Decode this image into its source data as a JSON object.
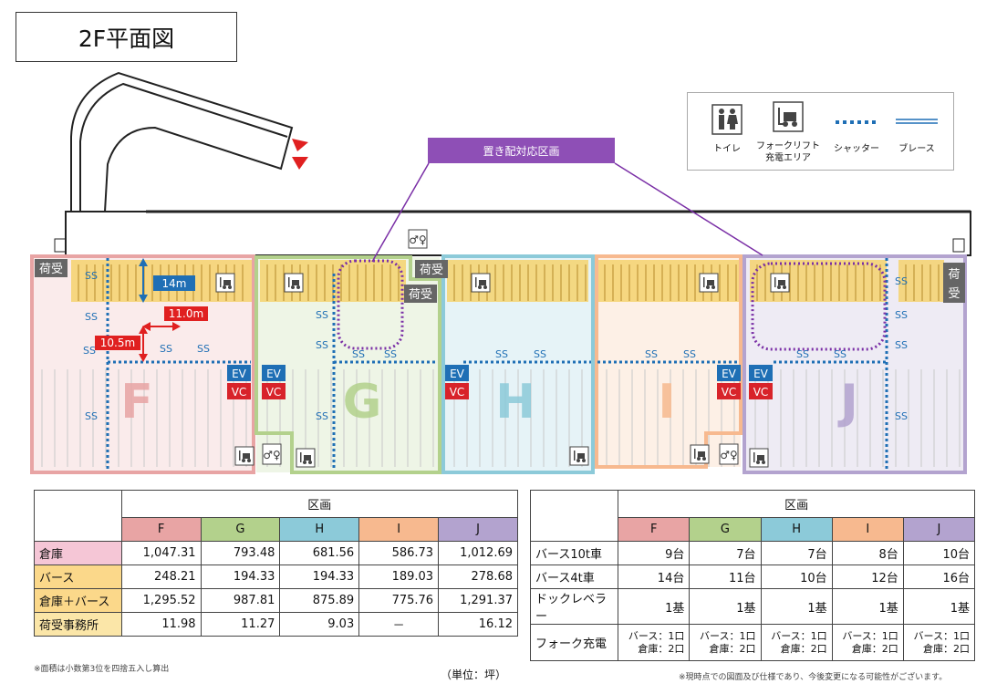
{
  "title": "2F平面図",
  "legend": {
    "toilet": "トイレ",
    "forklift": "フォークリフト 充電エリア",
    "shutter": "シャッター",
    "brace": "ブレース"
  },
  "callout": "置き配対応区画",
  "map": {
    "zones": [
      "F",
      "G",
      "H",
      "I",
      "J"
    ],
    "receiving_label": "荷受",
    "ss": "SS",
    "ev": "EV",
    "vc": "VC",
    "dims": {
      "d14": "14m",
      "d11": "11.0m",
      "d105": "10.5m"
    }
  },
  "colors": {
    "F": "#e8a4a4",
    "G": "#b3d18c",
    "H": "#8ccad9",
    "I": "#f7b98f",
    "J": "#b3a3cf",
    "dock": "#f5d26d",
    "ev": "#1f6fb5",
    "vc": "#d8232a",
    "callout": "#8e4fb6"
  },
  "table1": {
    "header": "区画",
    "cols": [
      "F",
      "G",
      "H",
      "I",
      "J"
    ],
    "rows": [
      {
        "label": "倉庫",
        "values": [
          "1,047.31",
          "793.48",
          "681.56",
          "586.73",
          "1,012.69"
        ]
      },
      {
        "label": "バース",
        "values": [
          "248.21",
          "194.33",
          "194.33",
          "189.03",
          "278.68"
        ]
      },
      {
        "label": "倉庫＋バース",
        "values": [
          "1,295.52",
          "987.81",
          "875.89",
          "775.76",
          "1,291.37"
        ]
      },
      {
        "label": "荷受事務所",
        "values": [
          "11.98",
          "11.27",
          "9.03",
          "－",
          "16.12"
        ]
      }
    ],
    "note": "※面積は小数第3位を四捨五入し算出",
    "unit": "（単位：坪）"
  },
  "table2": {
    "header": "区画",
    "cols": [
      "F",
      "G",
      "H",
      "I",
      "J"
    ],
    "rows": [
      {
        "label": "バース10t車",
        "values": [
          "9台",
          "7台",
          "7台",
          "8台",
          "10台"
        ]
      },
      {
        "label": "バース4t車",
        "values": [
          "14台",
          "11台",
          "10台",
          "12台",
          "16台"
        ]
      },
      {
        "label": "ドックレベラー",
        "values": [
          "1基",
          "1基",
          "1基",
          "1基",
          "1基"
        ]
      },
      {
        "label": "フォーク充電",
        "values": [
          {
            "l1": "バース：1口",
            "l2": "倉庫：2口"
          },
          {
            "l1": "バース：1口",
            "l2": "倉庫：2口"
          },
          {
            "l1": "バース：1口",
            "l2": "倉庫：2口"
          },
          {
            "l1": "バース：1口",
            "l2": "倉庫：2口"
          },
          {
            "l1": "バース：1口",
            "l2": "倉庫：2口"
          }
        ]
      }
    ],
    "note": "※現時点での図面及び仕様であり、今後変更になる可能性がございます。"
  }
}
